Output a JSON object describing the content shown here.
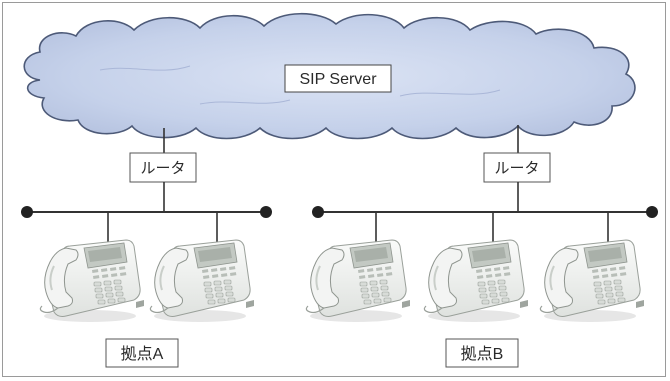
{
  "diagram": {
    "server_label": "SIP Server",
    "router_label": "ルータ",
    "site_a_label": "拠点A",
    "site_b_label": "拠点B"
  },
  "colors": {
    "cloud_fill": "#c7d3ec",
    "cloud_stroke": "#4d5a78",
    "line": "#333333",
    "node": "#222222",
    "phone_body": "#eef0ee",
    "phone_display": "#c9cfc9"
  },
  "icons": [
    "cloud-icon",
    "phone-icon",
    "network-node-icon"
  ]
}
